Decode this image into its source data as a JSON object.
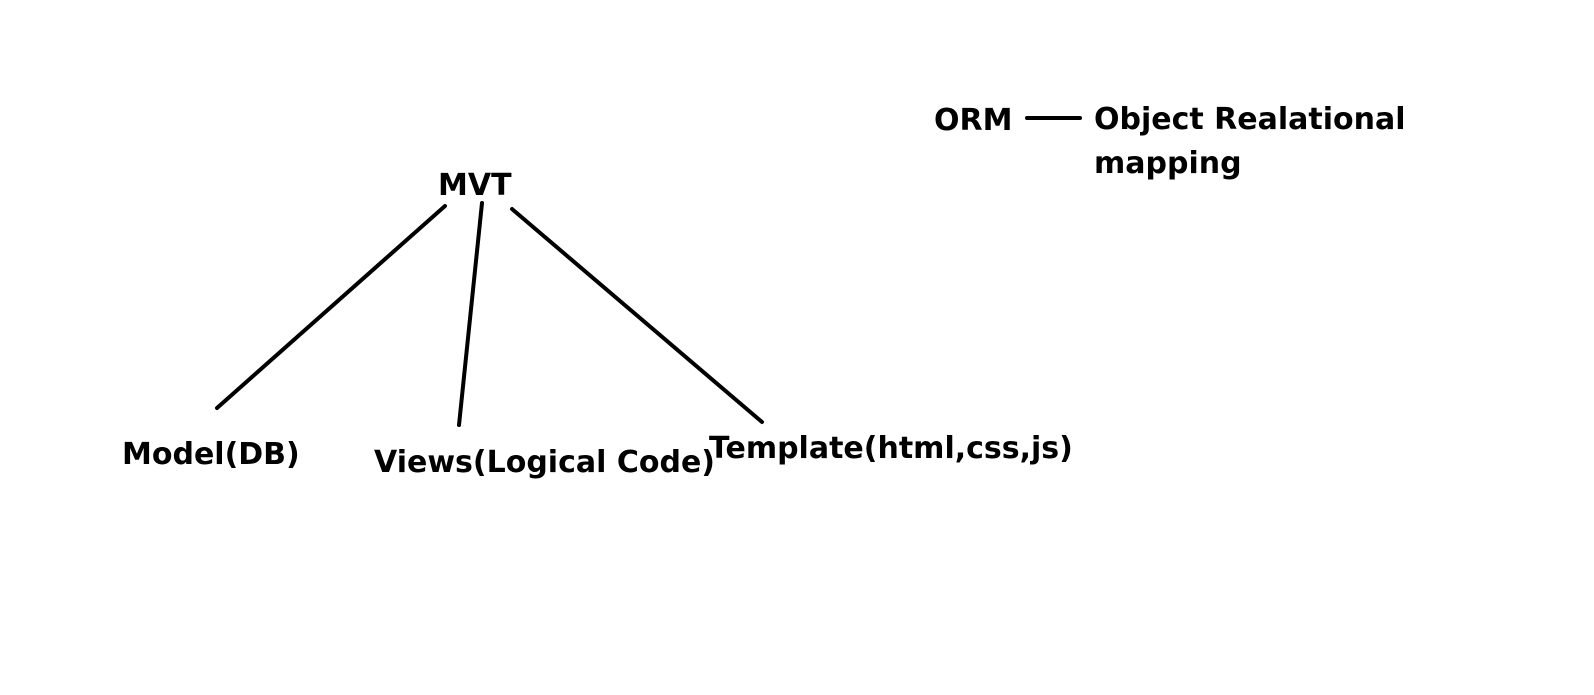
{
  "mvt_tree": {
    "root": "MVT",
    "children": [
      {
        "key": "model",
        "label": "Model(DB)"
      },
      {
        "key": "views",
        "label": "Views(Logical Code)"
      },
      {
        "key": "template",
        "label": "Template(html,css,js)"
      }
    ]
  },
  "orm": {
    "term": "ORM",
    "definition": "Object Realational mapping"
  }
}
